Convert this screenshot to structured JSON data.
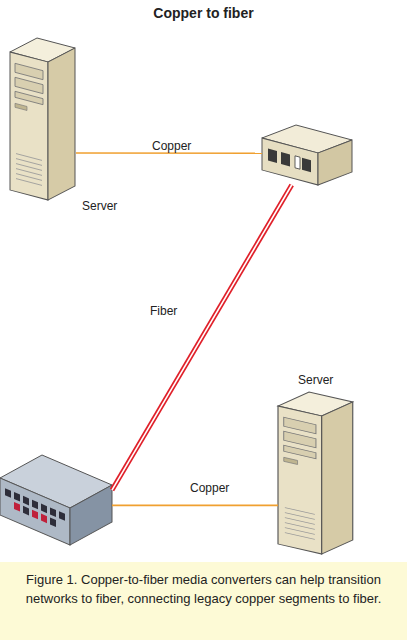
{
  "diagram": {
    "title": "Copper to fiber",
    "caption": "Figure 1. Copper-to-fiber media converters can help transition networks to fiber, connecting legacy copper segments to fiber.",
    "nodes": [
      {
        "text": [
          "Server"
        ]
      },
      {
        "text": []
      },
      {
        "text": []
      },
      {
        "text": [
          "Server"
        ]
      }
    ],
    "edges": [
      {
        "from": 0,
        "to": 1,
        "arrow": "none",
        "label": "Copper"
      },
      {
        "from": 1,
        "to": 2,
        "arrow": "none",
        "label": "Fiber"
      },
      {
        "from": 2,
        "to": 3,
        "arrow": "none",
        "label": "Copper"
      }
    ]
  }
}
